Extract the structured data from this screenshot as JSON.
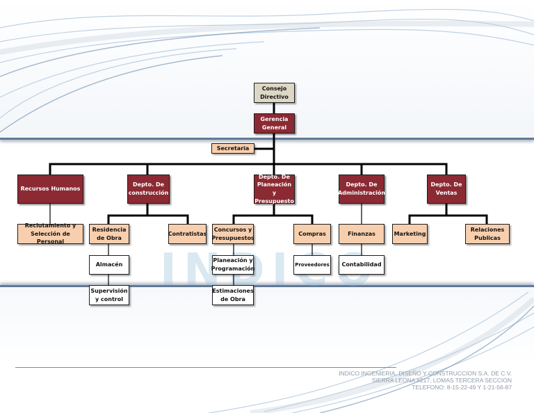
{
  "org_chart": {
    "consejo": "Consejo Directivo",
    "gerencia": "Gerencia General",
    "secretaria": "Secretaria",
    "departments": {
      "rh": "Recursos Humanos",
      "construccion": "Depto. De construcción",
      "planeacion": "Depto. De Planeación y Presupuesto",
      "administracion": "Depto. De Administración",
      "ventas": "Depto. De Ventas"
    },
    "units": {
      "reclutamiento": "Reclutamiento y Selección de Personal",
      "residencia": "Residencia de Obra",
      "contratistas": "Contratistas",
      "almacen": "Almacén",
      "supervision": "Supervisión y control",
      "concursos": "Concursos y Presupuestos",
      "compras": "Compras",
      "planeacion_prog": "Planeación y Programación",
      "estimaciones": "Estimaciones de Obra",
      "proveedores": "Proveedores",
      "finanzas": "Finanzas",
      "contabilidad": "Contabilidad",
      "marketing": "Marketing",
      "relaciones": "Relaciones Publicas"
    }
  },
  "watermark": "INDICO",
  "footer": {
    "line1": "INDICO INGENIERIA, DISEÑO Y CONSTRUCCION S.A. DE C.V.",
    "line2": "SIERRA LEONA #217, LOMAS TERCERA SECCION",
    "line3": "TELEFONO: 8-15-22-49 Y 1-21-56-87"
  },
  "colors": {
    "red_box": "#8b2a33",
    "peach_box": "#f8cfae",
    "beige_box": "#ddd8c5",
    "frame": "#5f7a99"
  }
}
